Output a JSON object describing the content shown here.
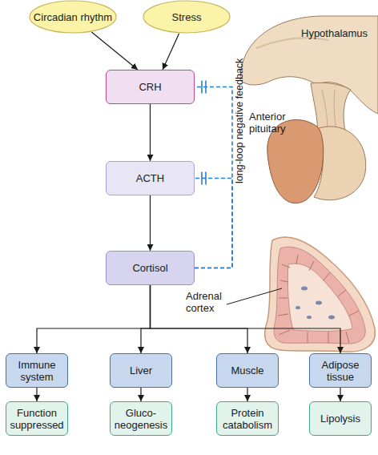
{
  "diagram": {
    "nodes": [
      {
        "text": [
          "Circadian rhythm"
        ]
      },
      {
        "text": [
          "Stress"
        ]
      },
      {
        "text": [
          "CRH"
        ]
      },
      {
        "text": [
          "ACTH"
        ]
      },
      {
        "text": [
          "Cortisol"
        ]
      },
      {
        "text": [
          "Immune system"
        ]
      },
      {
        "text": [
          "Liver"
        ]
      },
      {
        "text": [
          "Muscle"
        ]
      },
      {
        "text": [
          "Adipose tissue"
        ]
      },
      {
        "text": [
          "Function suppressed"
        ]
      },
      {
        "text": [
          "Gluco- neogenesis"
        ]
      },
      {
        "text": [
          "Protein catabolism"
        ]
      },
      {
        "text": [
          "Lipolysis"
        ]
      }
    ],
    "edges": [
      {
        "from": 0,
        "to": 2,
        "arrow": "to"
      },
      {
        "from": 1,
        "to": 2,
        "arrow": "to"
      },
      {
        "from": 2,
        "to": 3,
        "arrow": "to"
      },
      {
        "from": 3,
        "to": 4,
        "arrow": "to"
      },
      {
        "from": 4,
        "to": 5,
        "arrow": "to"
      },
      {
        "from": 4,
        "to": 6,
        "arrow": "to"
      },
      {
        "from": 4,
        "to": 7,
        "arrow": "to"
      },
      {
        "from": 4,
        "to": 8,
        "arrow": "to"
      },
      {
        "from": 5,
        "to": 9,
        "arrow": "to"
      },
      {
        "from": 6,
        "to": 10,
        "arrow": "to"
      },
      {
        "from": 7,
        "to": 11,
        "arrow": "to"
      },
      {
        "from": 8,
        "to": 12,
        "arrow": "to"
      },
      {
        "from": 4,
        "to": 2,
        "label": "long-loop negative feedback",
        "arrow": "none"
      },
      {
        "from": 4,
        "to": 3,
        "arrow": "none"
      }
    ],
    "labels": [
      "Hypothalamus",
      "Anterior pituitary",
      "Adrenal cortex"
    ]
  }
}
